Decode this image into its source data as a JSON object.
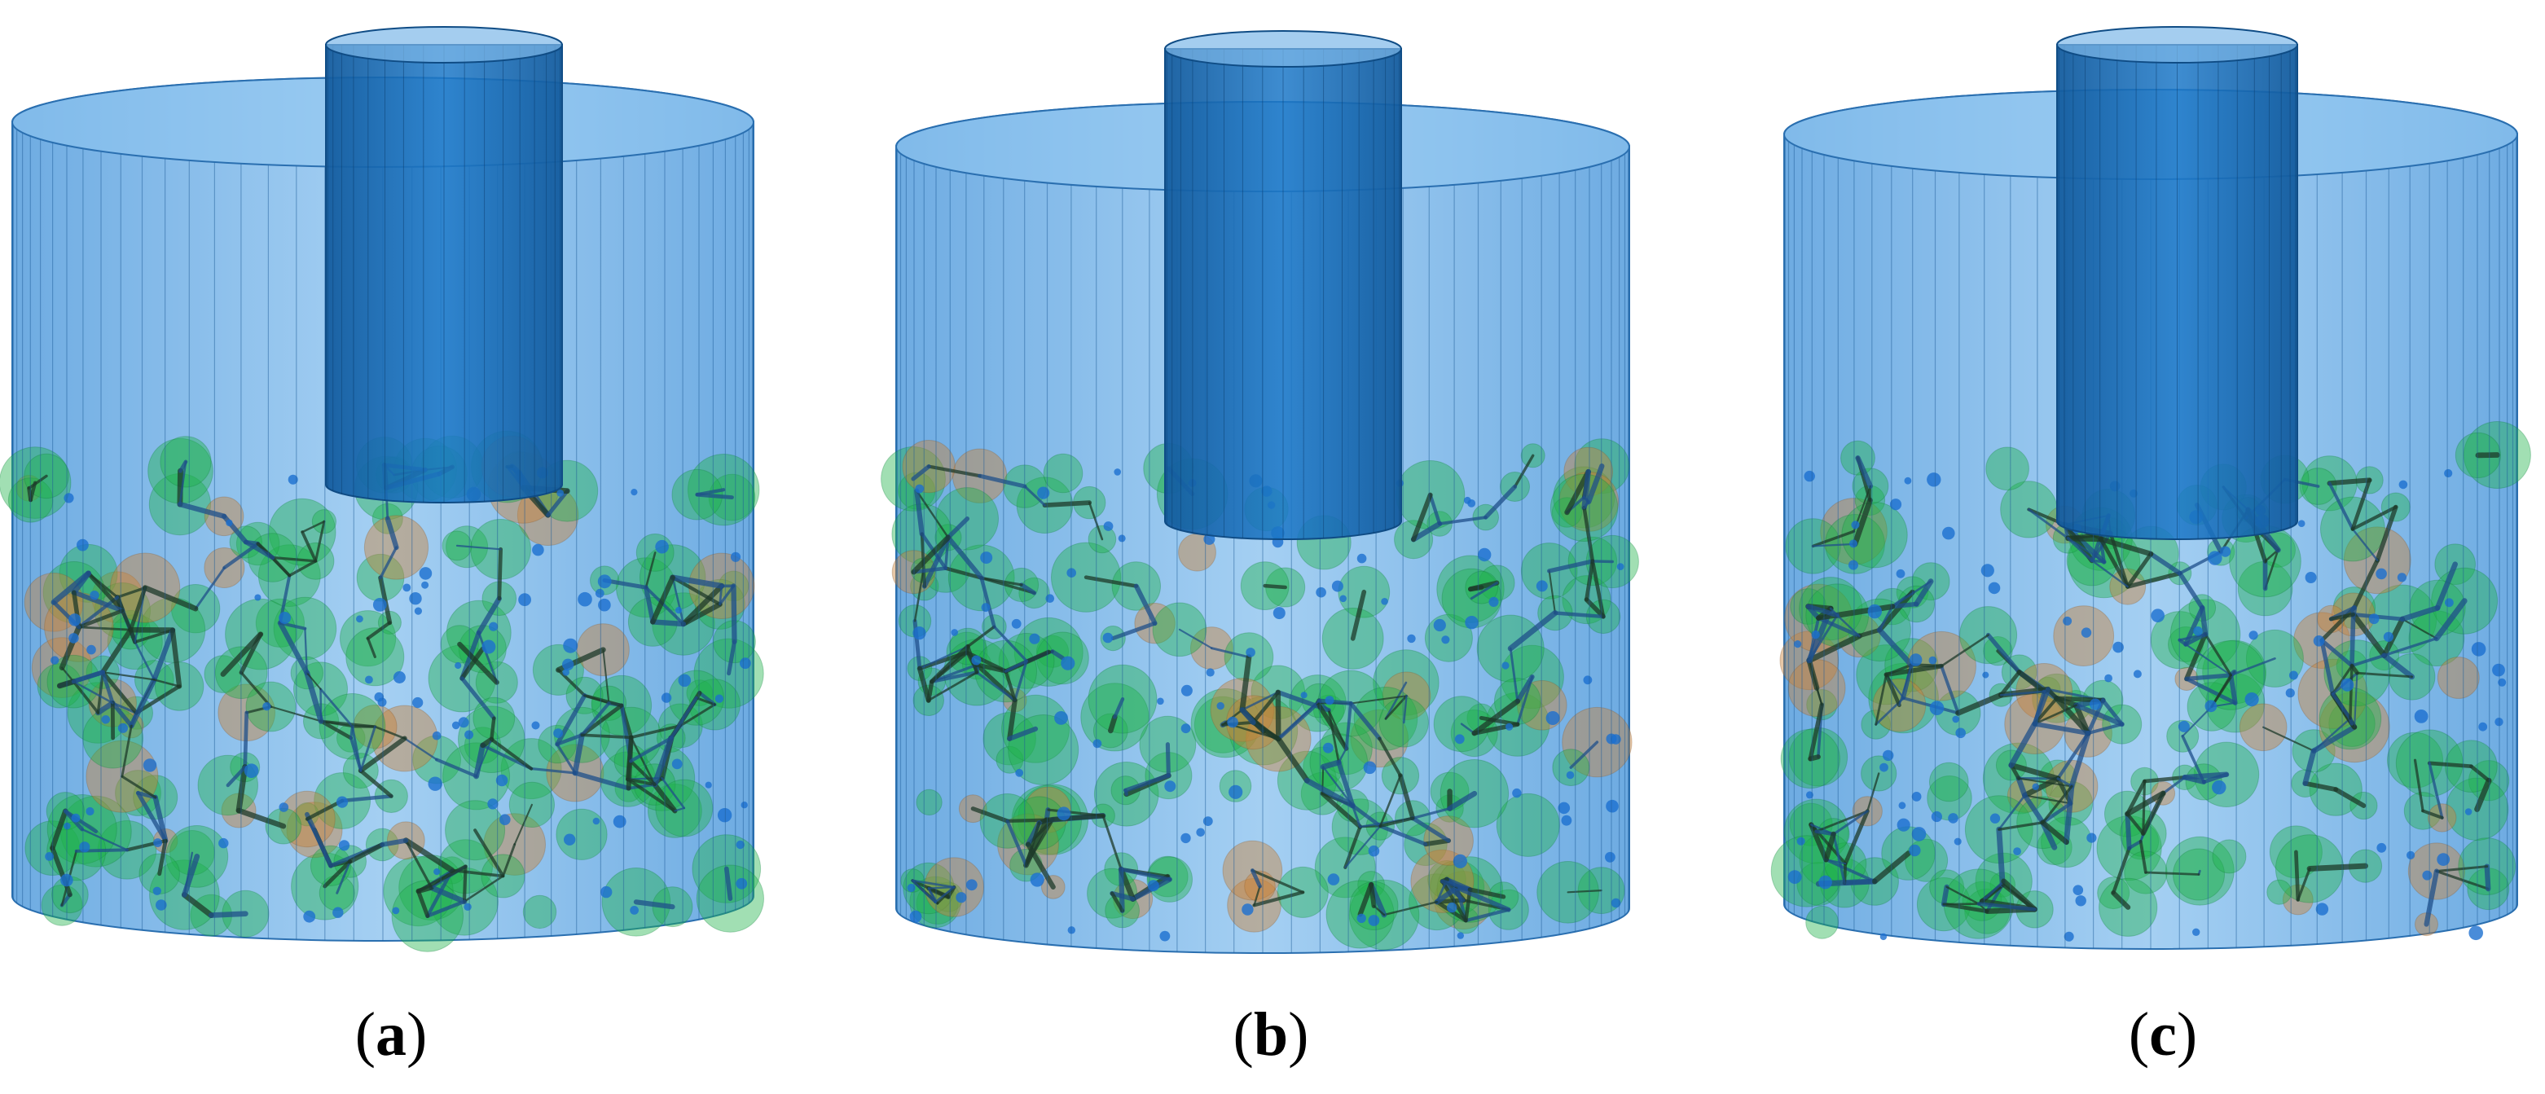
{
  "colors": {
    "vessel_fill": "#5aa8e8",
    "vessel_stroke": "#2a6fb0",
    "shaft_fill": "#1c78c8",
    "particle_green": "#1fb24a",
    "particle_orange": "#c9833a",
    "bond_dark": "#1e3a2a",
    "node_blue": "#1c6fd0",
    "caption_text": "#000000"
  },
  "panels": [
    {
      "id": "a",
      "caption": {
        "open": "(",
        "letter": "a",
        "close": ")"
      },
      "seed": 11,
      "bed_fill_fraction": 0.55
    },
    {
      "id": "b",
      "caption": {
        "open": "(",
        "letter": "b",
        "close": ")"
      },
      "seed": 29,
      "bed_fill_fraction": 0.58
    },
    {
      "id": "c",
      "caption": {
        "open": "(",
        "letter": "c",
        "close": ")"
      },
      "seed": 47,
      "bed_fill_fraction": 0.56
    }
  ]
}
